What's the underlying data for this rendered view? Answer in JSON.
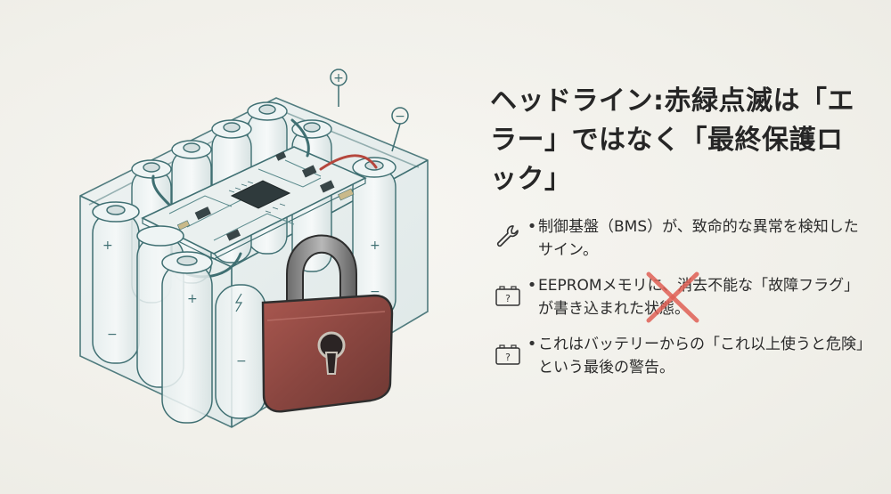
{
  "headline": "ヘッドライン:赤緑点滅は「エラー」ではなく「最終保護ロック」",
  "bullets": [
    {
      "icon": "wrench-icon",
      "marker": "•",
      "text": "制御基盤（BMS）が、致命的な異常を検知したサイン。"
    },
    {
      "icon": "battery-question-icon",
      "marker": "•",
      "text": "EEPROMメモリに、消去不能な「故障フラグ」が書き込まれた状態。"
    },
    {
      "icon": "battery-question-icon",
      "marker": "•",
      "text": "これはバッテリーからの「これ以上使うと危険」という最後の警告。"
    }
  ],
  "icon_glyphs": {
    "battery_symbol": "?",
    "terminal_plus": "+",
    "terminal_minus": "−"
  },
  "colors": {
    "background": "#f3f2ed",
    "line_teal": "#3f6f72",
    "glass_fill": "#e3ecec",
    "wire_red": "#b5473d",
    "lock_red": "#8e4640",
    "cross_red": "#e06055",
    "text": "#2b2b2b"
  }
}
